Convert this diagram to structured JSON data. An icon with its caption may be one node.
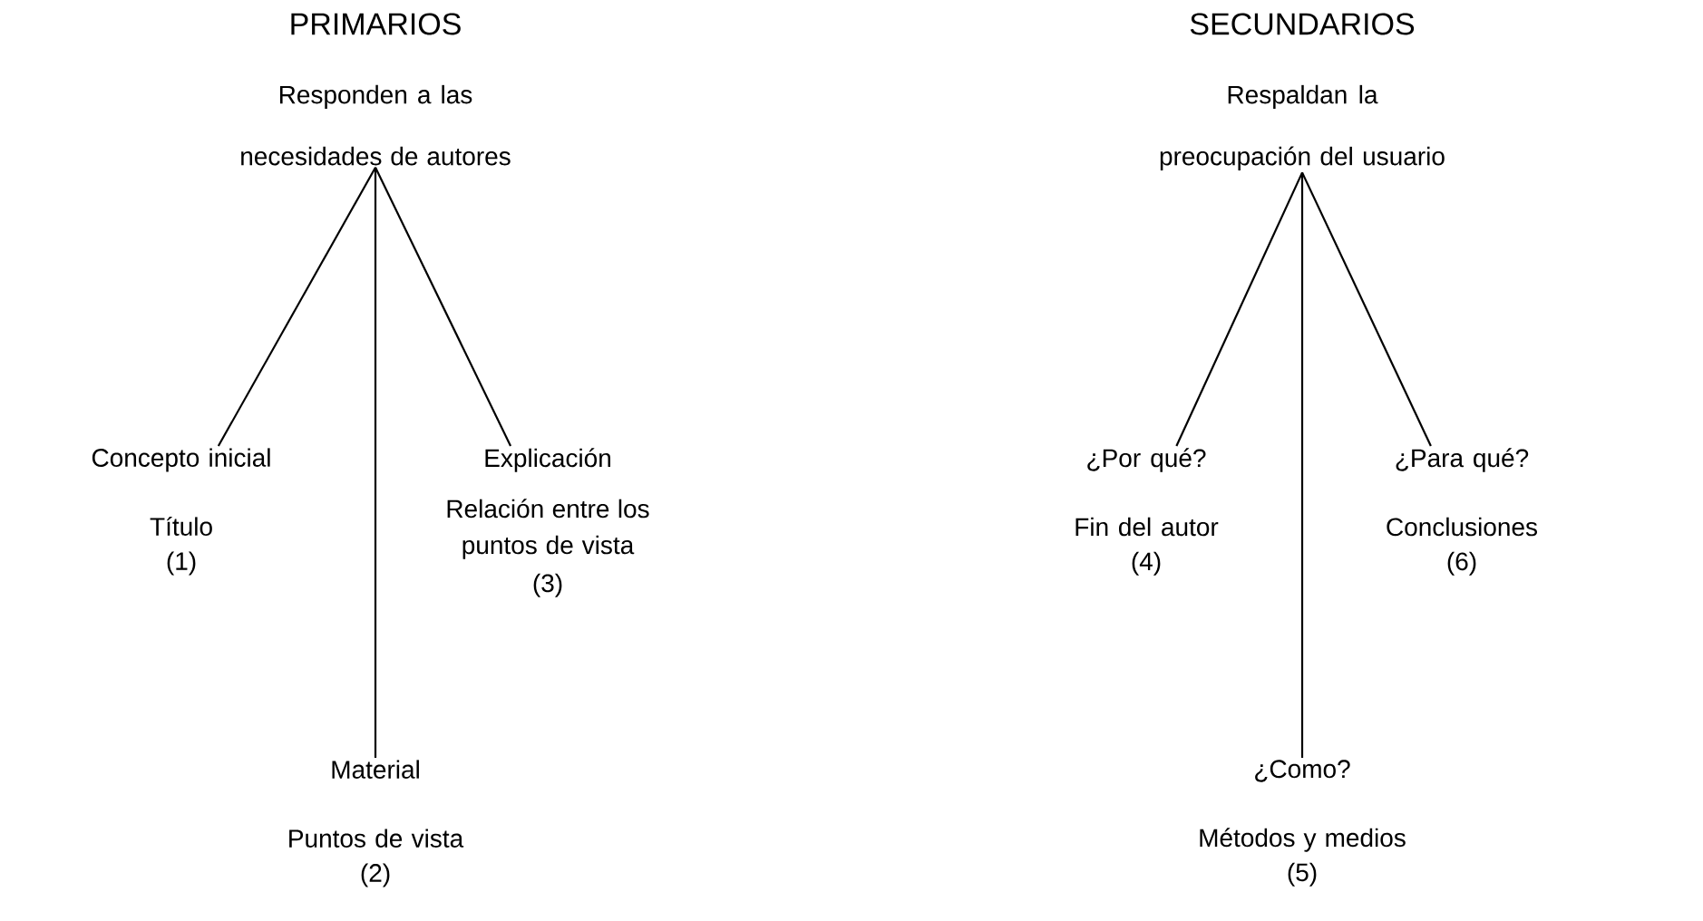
{
  "diagram": {
    "nodes": [
      {
        "text": [
          "PRIMARIOS",
          "Responden a las necesidades de autores"
        ]
      },
      {
        "text": [
          "Concepto inicial",
          "Título",
          "(1)"
        ]
      },
      {
        "text": [
          "Explicación",
          "Relación entre los puntos de vista",
          "(3)"
        ]
      },
      {
        "text": [
          "Material",
          "Puntos de vista",
          "(2)"
        ]
      },
      {
        "text": [
          "SECUNDARIOS",
          "Respaldan la preocupación del usuario"
        ]
      },
      {
        "text": [
          "¿Por qué?",
          "Fin del autor",
          "(4)"
        ]
      },
      {
        "text": [
          "¿Para qué?",
          "Conclusiones",
          "(6)"
        ]
      },
      {
        "text": [
          "¿Como?",
          "Métodos y medios",
          "(5)"
        ]
      }
    ],
    "edges": [
      {
        "from": 0,
        "to": 1,
        "arrow": "none"
      },
      {
        "from": 0,
        "to": 2,
        "arrow": "none"
      },
      {
        "from": 0,
        "to": 3,
        "arrow": "none"
      },
      {
        "from": 4,
        "to": 5,
        "arrow": "none"
      },
      {
        "from": 4,
        "to": 6,
        "arrow": "none"
      },
      {
        "from": 4,
        "to": 7,
        "arrow": "none"
      }
    ]
  }
}
